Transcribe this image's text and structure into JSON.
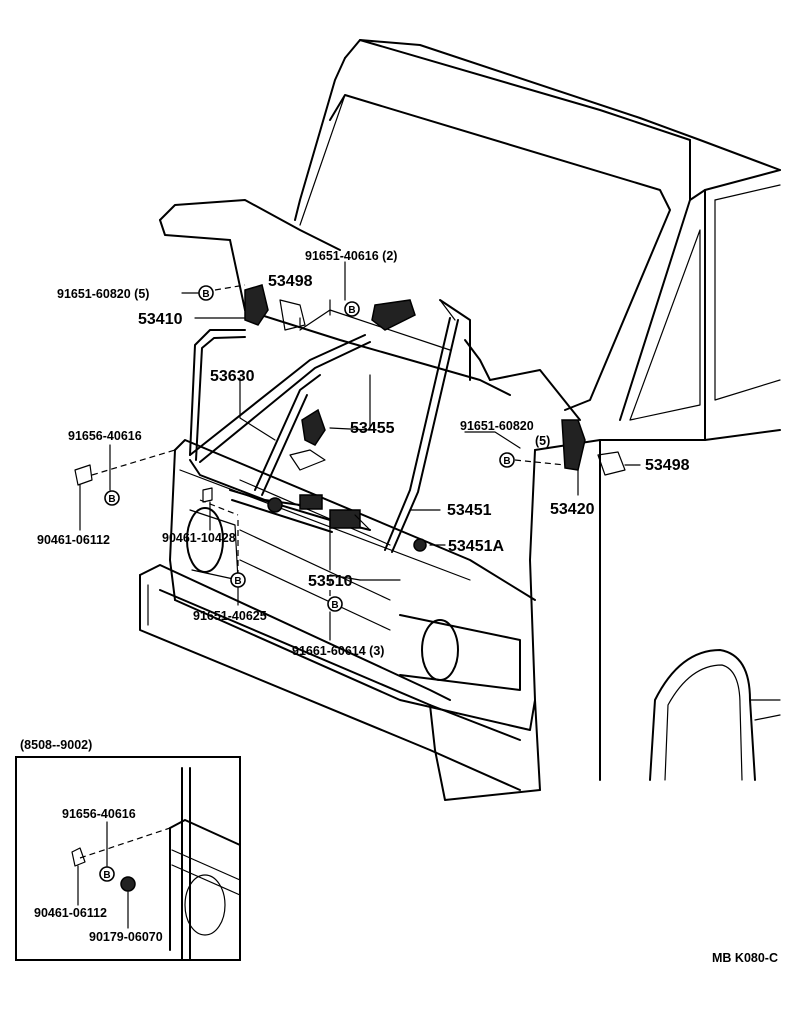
{
  "diagram": {
    "labels": {
      "p_91651_40616": "91651-40616 (2)",
      "p_91651_60820_5": "91651-60820 (5)",
      "p_53498_top": "53498",
      "p_53410": "53410",
      "p_53630": "53630",
      "p_53455": "53455",
      "p_91656_40616": "91656-40616",
      "p_91651_60820_r": "91651-60820",
      "p_qty_5": "(5)",
      "p_53498_right": "53498",
      "p_53451": "53451",
      "p_53420": "53420",
      "p_53451A": "53451A",
      "p_90461_06112": "90461-06112",
      "p_90461_10428": "90461-10428",
      "p_53510": "53510",
      "p_91651_40625": "91651-40625",
      "p_91661_60614": "91661-60614 (3)"
    },
    "inset": {
      "title": "(8508--9002)",
      "p_91656_40616": "91656-40616",
      "p_90461_06112": "90461-06112",
      "p_90179_06070": "90179-06070"
    },
    "bolt_marker": "B",
    "footer_code": "MB  K080-C"
  }
}
